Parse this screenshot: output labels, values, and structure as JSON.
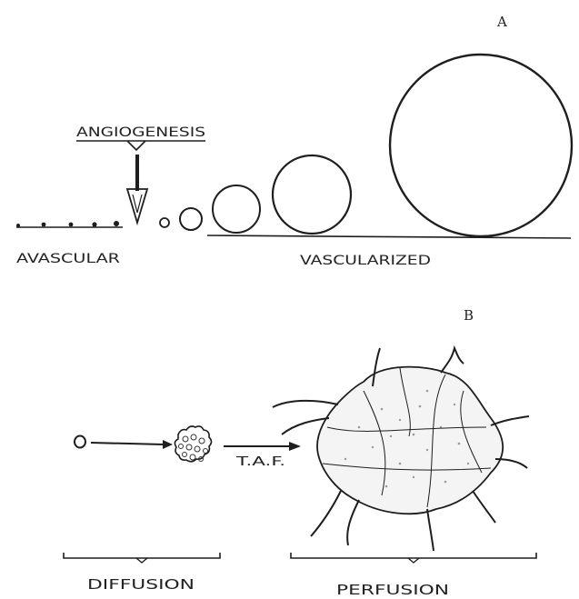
{
  "panel_a": {
    "letter": "A",
    "labels": {
      "angiogenesis": "ANGIOGENESIS",
      "avascular": "AVASCULAR",
      "vascularized": "VASCULARIZED"
    }
  },
  "panel_b": {
    "letter": "B",
    "labels": {
      "taf": "T.A.F.",
      "diffusion": "DIFFUSION",
      "perfusion": "PERFUSION"
    }
  }
}
